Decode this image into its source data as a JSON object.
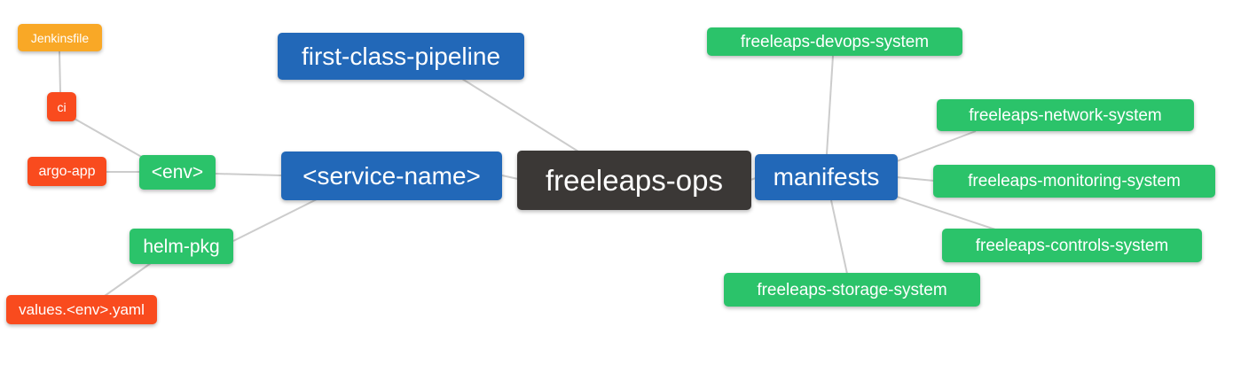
{
  "diagram": {
    "title": "freeleaps-ops mind map",
    "root": "freeleaps-ops",
    "colors": {
      "blue": "#2268b8",
      "green": "#2bc36a",
      "red": "#f94b1e",
      "orange": "#f9a826",
      "dark": "#3b3836",
      "line": "#cccccc"
    },
    "nodes": [
      {
        "id": "jenkinsfile",
        "label": "Jenkinsfile",
        "color": "orange"
      },
      {
        "id": "ci",
        "label": "ci",
        "color": "red"
      },
      {
        "id": "argo-app",
        "label": "argo-app",
        "color": "red"
      },
      {
        "id": "env",
        "label": "<env>",
        "color": "green"
      },
      {
        "id": "helm-pkg",
        "label": "helm-pkg",
        "color": "green"
      },
      {
        "id": "values-env-yaml",
        "label": "values.<env>.yaml",
        "color": "red"
      },
      {
        "id": "first-class-pipeline",
        "label": "first-class-pipeline",
        "color": "blue"
      },
      {
        "id": "service-name",
        "label": "<service-name>",
        "color": "blue"
      },
      {
        "id": "freeleaps-ops",
        "label": "freeleaps-ops",
        "color": "dark"
      },
      {
        "id": "manifests",
        "label": "manifests",
        "color": "blue"
      },
      {
        "id": "devops-system",
        "label": "freeleaps-devops-system",
        "color": "green"
      },
      {
        "id": "network-system",
        "label": "freeleaps-network-system",
        "color": "green"
      },
      {
        "id": "monitoring-system",
        "label": "freeleaps-monitoring-system",
        "color": "green"
      },
      {
        "id": "controls-system",
        "label": "freeleaps-controls-system",
        "color": "green"
      },
      {
        "id": "storage-system",
        "label": "freeleaps-storage-system",
        "color": "green"
      }
    ],
    "edges": [
      [
        "ci",
        "jenkinsfile"
      ],
      [
        "env",
        "ci"
      ],
      [
        "env",
        "argo-app"
      ],
      [
        "service-name",
        "env"
      ],
      [
        "service-name",
        "helm-pkg"
      ],
      [
        "helm-pkg",
        "values-env-yaml"
      ],
      [
        "freeleaps-ops",
        "first-class-pipeline"
      ],
      [
        "freeleaps-ops",
        "service-name"
      ],
      [
        "freeleaps-ops",
        "manifests"
      ],
      [
        "manifests",
        "devops-system"
      ],
      [
        "manifests",
        "network-system"
      ],
      [
        "manifests",
        "monitoring-system"
      ],
      [
        "manifests",
        "controls-system"
      ],
      [
        "manifests",
        "storage-system"
      ]
    ]
  }
}
